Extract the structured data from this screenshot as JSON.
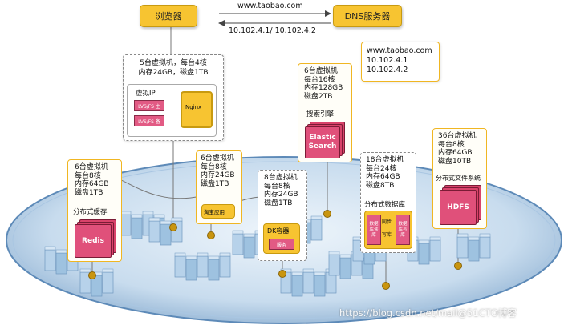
{
  "browser": {
    "label": "浏览器"
  },
  "dns_server": {
    "label": "DNS服务器"
  },
  "request": {
    "domain": "www.taobao.com",
    "response_ips": "10.102.4.1/ 10.102.4.2"
  },
  "dns_record": {
    "domain": "www.taobao.com",
    "ip1": "10.102.4.1",
    "ip2": "10.102.4.2"
  },
  "proxy_cluster": {
    "spec_line1": "5台虚拟机，每台4核",
    "spec_line2": "内存24GB，磁盘1TB",
    "vip_label": "虚拟IP",
    "lvs_master": "LVS/FS 主",
    "lvs_backup": "LVS/FS 备",
    "nginx": "Nginx"
  },
  "app_cluster": {
    "spec": "6台虚拟机\n每台8核\n内存24GB\n磁盘1TB",
    "app_label": "淘宝应用"
  },
  "search_cluster": {
    "spec": "6台虚拟机\n每台16核\n内存128GB\n磁盘2TB",
    "section_label": "搜索引擎",
    "engine": "Elastic\nSearch"
  },
  "cache_cluster": {
    "spec": "6台虚拟机\n每台8核\n内存64GB\n磁盘1TB",
    "section_label": "分布式缓存",
    "engine": "Redis"
  },
  "container_cluster": {
    "spec": "8台虚拟机\n每台8核\n内存24GB\n磁盘1TB",
    "dk_label": "DK容器",
    "service_label": "服务"
  },
  "db_cluster": {
    "spec": "18台虚拟机\n每台24核\n内存64GB\n磁盘8TB",
    "section_label": "分布式数据库",
    "read_db": "数据库读库",
    "sync_label": "同步",
    "write_db": "数据库写库",
    "write_label": "写库"
  },
  "fs_cluster": {
    "spec": "36台虚拟机\n每台8核\n内存64GB\n磁盘10TB",
    "section_label": "分布式文件系统",
    "engine": "HDFS"
  },
  "watermark": "https://blog.csdn.net/mail@51CTO博客"
}
